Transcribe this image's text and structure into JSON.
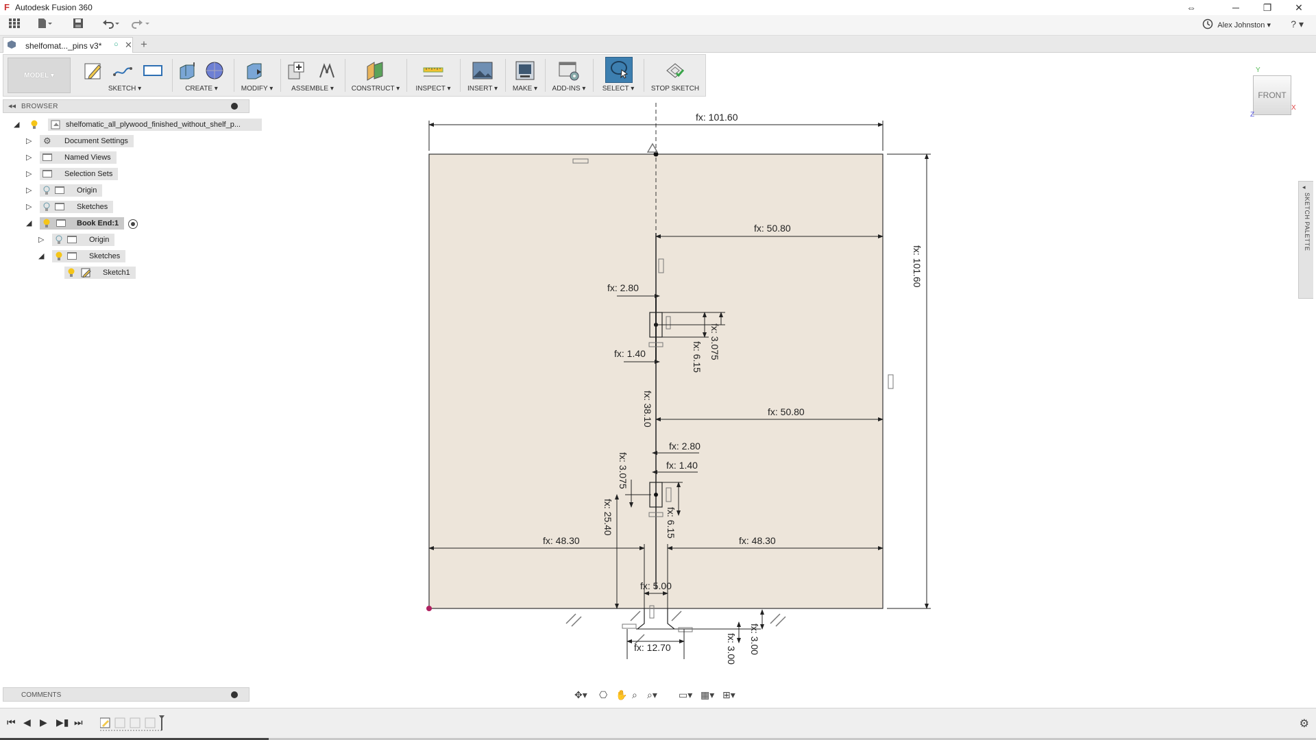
{
  "window": {
    "title": "Autodesk Fusion 360",
    "controls": {
      "minimize": "─",
      "restore": "❐",
      "close": "✕",
      "resize": "⇔"
    }
  },
  "quick_access": {
    "user_name": "Alex Johnston ▾",
    "help": "? ▾",
    "icons": [
      "grid-icon",
      "file-icon",
      "save-icon",
      "undo-icon",
      "redo-icon",
      "history-icon"
    ]
  },
  "document_tab": {
    "label": "shelfomat..._pins v3*",
    "status": "○",
    "close": "✕",
    "new_tab": "+"
  },
  "toolbar": {
    "mode": "MODEL ▾",
    "groups": [
      {
        "label": "SKETCH ▾"
      },
      {
        "label": "CREATE ▾"
      },
      {
        "label": "MODIFY ▾"
      },
      {
        "label": "ASSEMBLE ▾"
      },
      {
        "label": "CONSTRUCT ▾"
      },
      {
        "label": "INSPECT ▾"
      },
      {
        "label": "INSERT ▾"
      },
      {
        "label": "MAKE ▾"
      },
      {
        "label": "ADD-INS ▾"
      },
      {
        "label": "SELECT ▾"
      },
      {
        "label": "STOP SKETCH"
      }
    ]
  },
  "browser": {
    "title": "BROWSER",
    "items": [
      {
        "label": "shelfomatic_all_plywood_finished_without_shelf_p...",
        "expanded": true
      },
      {
        "label": "Document Settings",
        "expanded": false
      },
      {
        "label": "Named Views",
        "expanded": false
      },
      {
        "label": "Selection Sets",
        "expanded": false
      },
      {
        "label": "Origin",
        "expanded": false
      },
      {
        "label": "Sketches",
        "expanded": false
      },
      {
        "label": "Book End:1",
        "expanded": true,
        "selected": true
      },
      {
        "label": "Origin",
        "expanded": false
      },
      {
        "label": "Sketches",
        "expanded": true
      },
      {
        "label": "Sketch1"
      }
    ]
  },
  "comments": {
    "title": "COMMENTS"
  },
  "viewcube": {
    "face": "FRONT",
    "axis_y": "Y",
    "axis_x": "X",
    "axis_z": "Z"
  },
  "sketch_palette": {
    "label": "SKETCH PALETTE"
  },
  "dimensions": [
    "fx: 101.60",
    "fx: 101.60",
    "fx: 50.80",
    "fx: 2.80",
    "fx: 3.075",
    "fx: 6.15",
    "fx: 1.40",
    "fx: 38.10",
    "fx: 50.80",
    "fx: 2.80",
    "fx: 1.40",
    "fx: 3.075",
    "fx: 25.40",
    "fx: 6.15",
    "fx: 48.30",
    "fx: 48.30",
    "fx: 5.00",
    "fx: 12.70",
    "fx: 3.00",
    "fx: 3.00"
  ],
  "colors": {
    "sketch_fill": "#ede5da",
    "toolbar_bg": "#ececec",
    "select_highlight": "#3d7fb0"
  }
}
